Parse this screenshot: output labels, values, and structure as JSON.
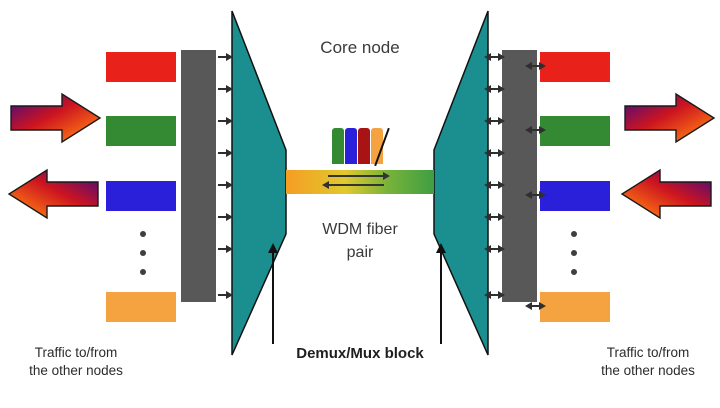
{
  "diagram": {
    "core_node_label": "Core node",
    "fiber_label": {
      "line1": "WDM fiber",
      "line2": "pair"
    },
    "mux_label": "Demux/Mux block",
    "captions": {
      "left": {
        "line1": "Traffic to/from",
        "line2": "the other nodes"
      },
      "right": {
        "line1": "Traffic to/from",
        "line2": "the other nodes"
      }
    },
    "channels": [
      "red",
      "green",
      "blue",
      "orange"
    ],
    "palette": {
      "teal_mux": "#1b8f8f",
      "patch_bar_gray": "#585858",
      "channel_red": "#e8221a",
      "channel_green": "#338a33",
      "channel_blue": "#2b20d9",
      "channel_orange": "#f5a340",
      "fiber_gradient": [
        "#f59d23",
        "#e0c92e",
        "#3f9e42"
      ],
      "traffic_arrow_gradient": [
        "#3d0a86",
        "#cc1420",
        "#f8c210"
      ],
      "spectrum_icon_colors": [
        "#338a33",
        "#2b20d9",
        "#a81414",
        "#f5a340"
      ]
    }
  }
}
